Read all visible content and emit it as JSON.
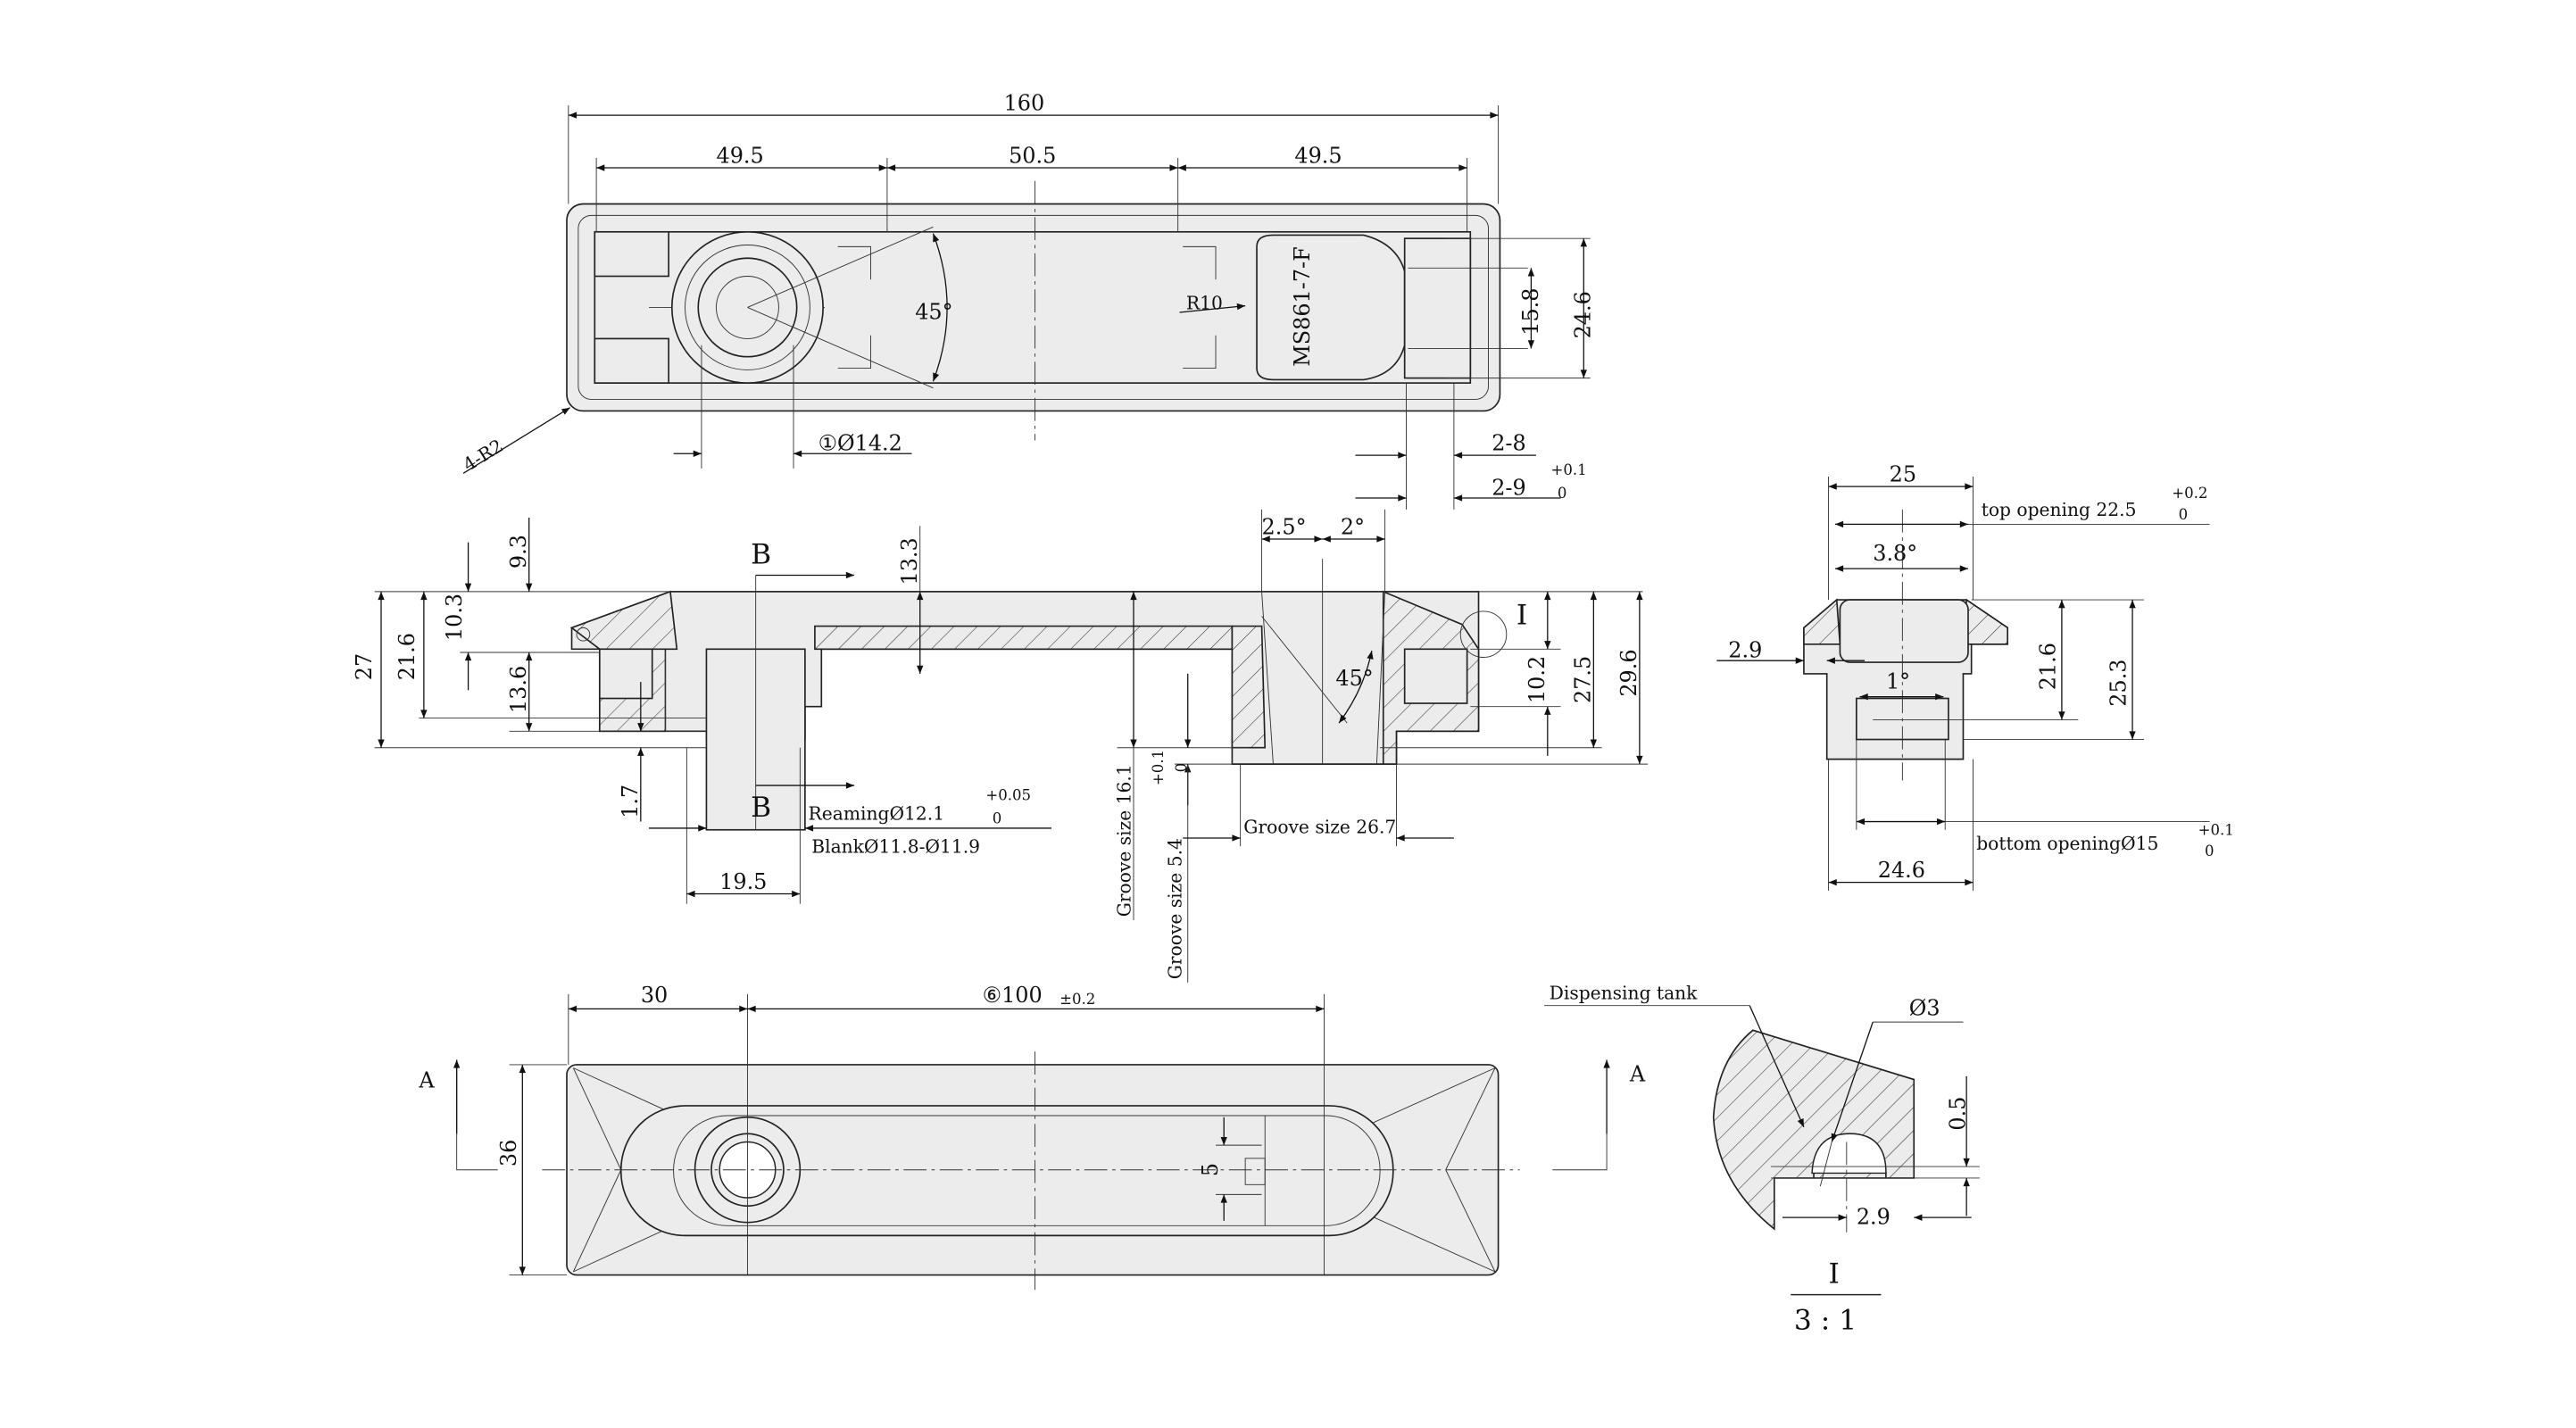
{
  "top_view": {
    "dim_total": "160",
    "dim_left": "49.5",
    "dim_mid": "50.5",
    "dim_right": "49.5",
    "angle": "45°",
    "radius": "R10",
    "part_marking": "MS861-7-F",
    "dim_inner_h": "15.8",
    "dim_outer_h": "24.6",
    "corner_radius": "4-R2",
    "hole_dia": "①Ø14.2",
    "dim_2_8": "2-8",
    "dim_2_9": "2-9",
    "dim_2_9_tol_upper": "+0.1",
    "dim_2_9_tol_lower": "0"
  },
  "section_view": {
    "section_label_top": "B",
    "section_label_bottom": "B",
    "dim_27": "27",
    "dim_21_6": "21.6",
    "dim_10_3": "10.3",
    "dim_9_3": "9.3",
    "dim_13_6": "13.6",
    "dim_13_3": "13.3",
    "dim_1_7": "1.7",
    "dim_19_5": "19.5",
    "reaming": "ReamingØ12.1",
    "reaming_tol_upper": "+0.05",
    "reaming_tol_lower": "0",
    "blank": "BlankØ11.8-Ø11.9",
    "angle_2_5": "2.5°",
    "angle_2": "2°",
    "angle_45": "45°",
    "detail_marker": "I",
    "dim_10_2": "10.2",
    "dim_27_5": "27.5",
    "dim_29_6": "29.6",
    "groove_16_1": "Groove size 16.1",
    "groove_5_4": "Groove size 5.4",
    "groove_5_4_tol_upper": "+0.1",
    "groove_5_4_tol_lower": "0",
    "groove_26_7": "Groove size 26.7"
  },
  "side_view": {
    "dim_25": "25",
    "top_opening": "top opening 22.5",
    "top_opening_tol_upper": "+0.2",
    "top_opening_tol_lower": "0",
    "angle_3_8": "3.8°",
    "dim_2_9": "2.9",
    "angle_1": "1°",
    "dim_21_6": "21.6",
    "dim_25_3": "25.3",
    "bottom_opening": "bottom openingØ15",
    "bottom_opening_tol_upper": "+0.1",
    "bottom_opening_tol_lower": "0",
    "dim_24_6": "24.6"
  },
  "bottom_view": {
    "dim_30": "30",
    "dim_100": "⑥100",
    "dim_100_tol": "±0.2",
    "dim_36": "36",
    "dim_5": "5",
    "view_label_left": "A",
    "view_label_right": "A"
  },
  "detail_view": {
    "dispensing_tank": "Dispensing tank",
    "hole_dia": "Ø3",
    "dim_0_5": "0.5",
    "dim_2_9": "2.9",
    "label": "I",
    "scale": "3 : 1"
  }
}
